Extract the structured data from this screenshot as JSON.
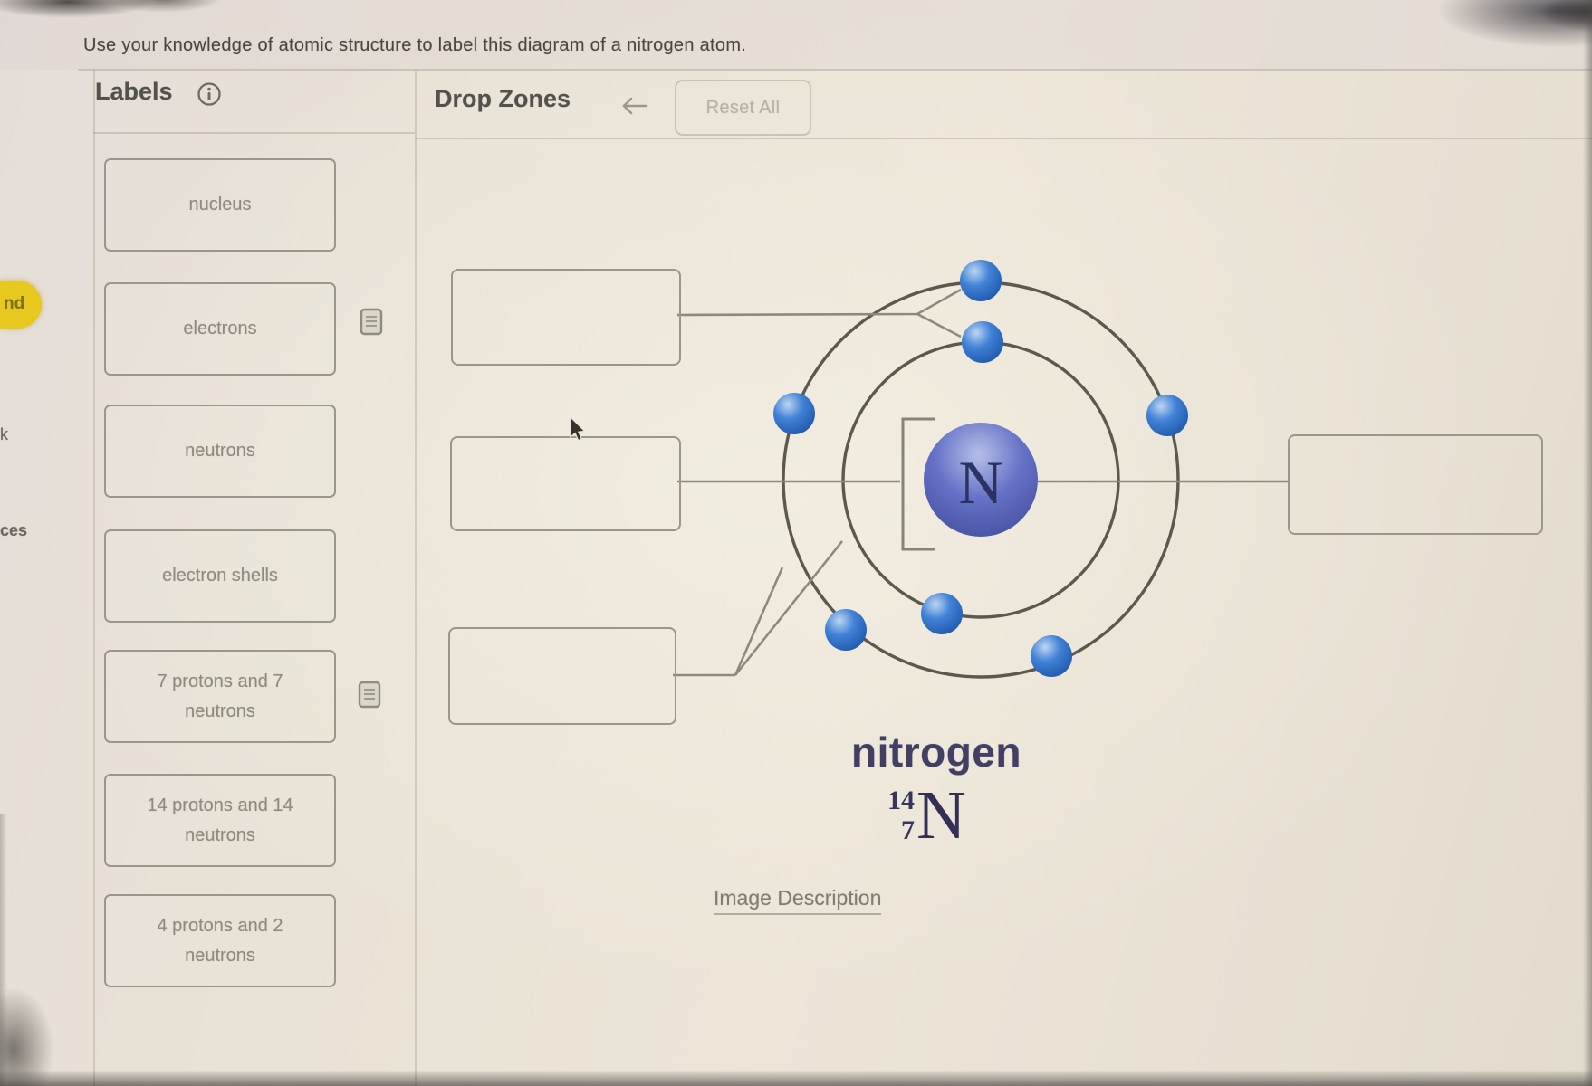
{
  "instruction": "Use your knowledge of atomic structure to label this diagram of a nitrogen atom.",
  "labels_panel": {
    "title": "Labels",
    "items": [
      {
        "label": "nucleus"
      },
      {
        "label": "electrons"
      },
      {
        "label": "neutrons"
      },
      {
        "label": "electron shells"
      },
      {
        "label": "7 protons and 7 neutrons"
      },
      {
        "label": "14 protons and 14 neutrons"
      },
      {
        "label": "4 protons and 2 neutrons"
      }
    ]
  },
  "drop_zones_panel": {
    "title": "Drop Zones",
    "reset_button_label": "Reset All",
    "zones": [
      {
        "value": ""
      },
      {
        "value": ""
      },
      {
        "value": ""
      },
      {
        "value": ""
      }
    ]
  },
  "diagram": {
    "element_name": "nitrogen",
    "element_symbol": "N",
    "mass_number": "14",
    "atomic_number": "7",
    "electron_shells": 2,
    "electrons_inner_shell": 2,
    "electrons_outer_shell": 5
  },
  "image_description_link": "Image Description",
  "background_fragments": {
    "highlight_pill": "nd",
    "fragment_top": "k",
    "fragment_bottom": "ces"
  },
  "colors": {
    "electron_blue": "#3b79cf",
    "nucleus_blue": "#5a66bd",
    "element_symbol_text": "#2c3364",
    "nitrogen_caption": "#433f63",
    "shell_stroke": "#5b584f",
    "connector_gray": "#8e897c",
    "box_border_gray": "#9b968b",
    "highlight_yellow": "#e6c81f",
    "page_beige": "#e9e2d5"
  }
}
